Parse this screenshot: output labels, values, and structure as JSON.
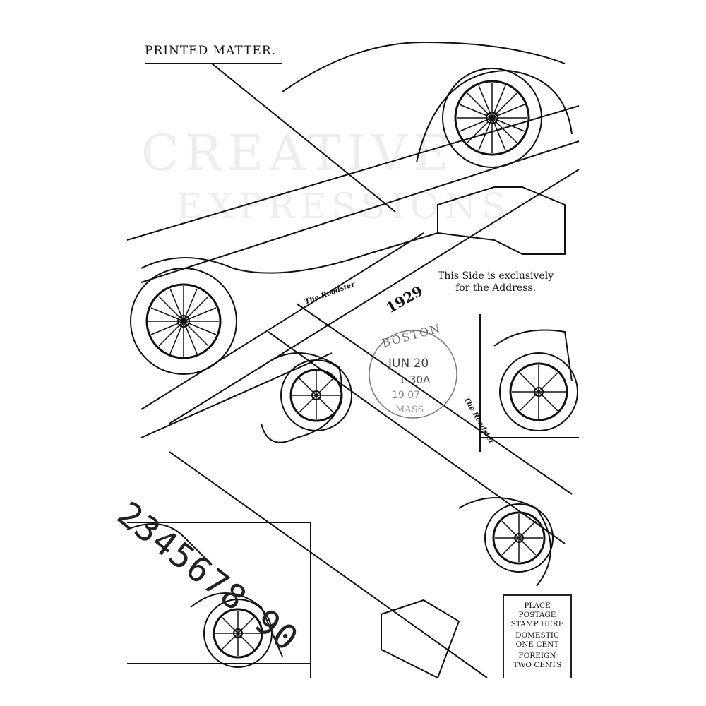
{
  "header": {
    "printed_matter": "PRINTED MATTER."
  },
  "address_note": {
    "line1": "This Side is exclusively",
    "line2": "for the Address."
  },
  "postmark": {
    "year": "1929",
    "city": "BOSTON",
    "date": "JUN 20",
    "time": "1-30A",
    "stamp_year": "19 07",
    "state": "MASS"
  },
  "model_labels": [
    "The Roadster",
    "The Roadster"
  ],
  "number_strip": "2345678 90",
  "postage_box": {
    "line1": "PLACE",
    "line2": "POSTAGE",
    "line3": "STAMP HERE",
    "line4": "DOMESTIC",
    "line5": "ONE CENT",
    "line6": "FOREIGN",
    "line7": "TWO CENTS"
  },
  "watermark": {
    "line1": "CREATIVE",
    "line2": "EXPRESSIONS"
  }
}
